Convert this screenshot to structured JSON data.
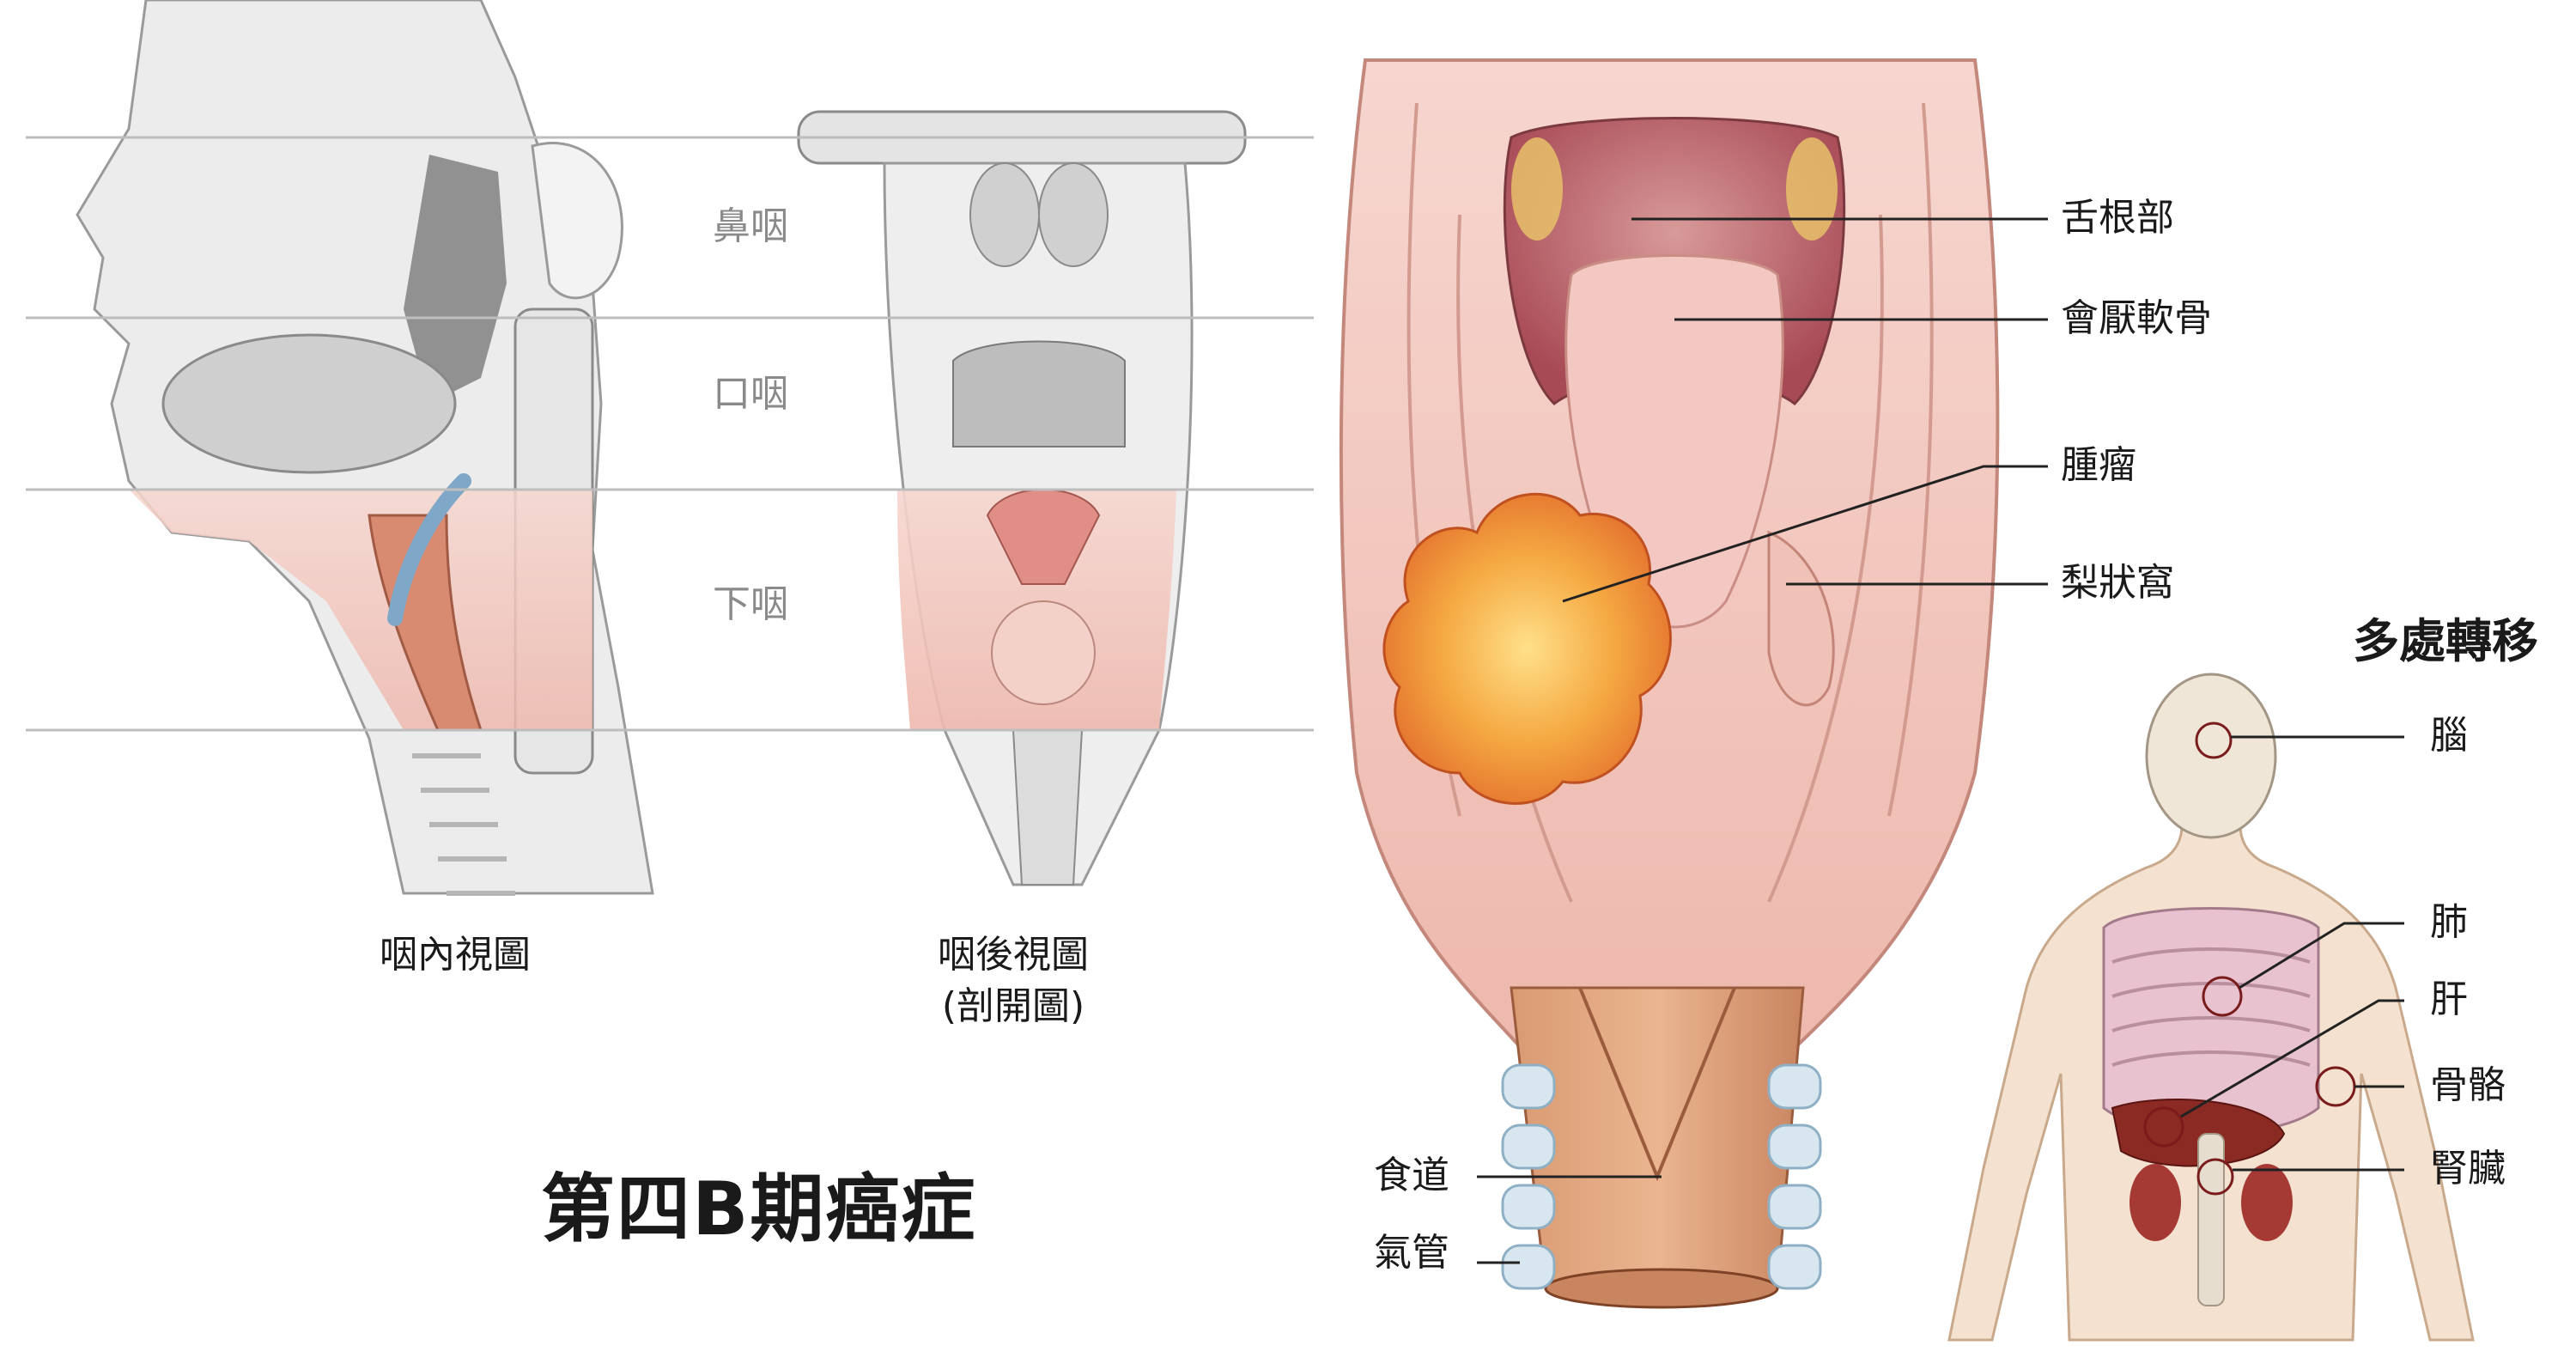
{
  "pharynx_regions": {
    "nasopharynx": "鼻咽",
    "oropharynx": "口咽",
    "hypopharynx": "下咽"
  },
  "views": {
    "inner_view": "咽內視圖",
    "posterior_view_line1": "咽後視圖",
    "posterior_view_line2": "(剖開圖)"
  },
  "title": "第四B期癌症",
  "larynx_labels": {
    "tongue_base": "舌根部",
    "epiglottis": "會厭軟骨",
    "tumor": "腫瘤",
    "piriform_sinus": "梨狀窩",
    "esophagus": "食道",
    "trachea": "氣管"
  },
  "metastasis": {
    "heading": "多處轉移",
    "brain": "腦",
    "lung": "肺",
    "liver": "肝",
    "bone": "骨骼",
    "kidney": "腎臟"
  },
  "colors": {
    "tissue_pink": "#f2c4bc",
    "tumor_orange": "#f0a040",
    "grey_anatomy": "#d9d9d9",
    "band_line": "#bdbdbd"
  }
}
